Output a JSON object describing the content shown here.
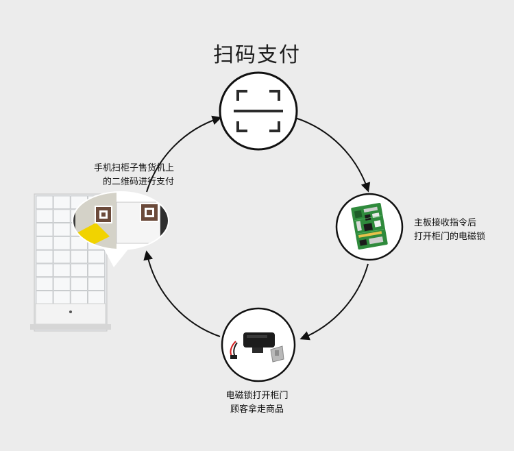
{
  "title": "扫码支付",
  "steps": {
    "scan": {
      "icon": "scan-icon"
    },
    "board": {
      "icon": "circuit-board-icon",
      "line1": "主板接收指令后",
      "line2": "打开柜门的电磁锁"
    },
    "lock": {
      "icon": "electromagnetic-lock-icon",
      "line1": "电磁锁打开柜门",
      "line2": "顾客拿走商品"
    },
    "cabinet": {
      "icon": "vending-cabinet-icon",
      "line1": "手机扫柜子售货机上",
      "line2": "的二维码进行支付"
    }
  },
  "colors": {
    "background": "#ececec",
    "ring": "#111111",
    "board": "#2f8a3c",
    "lock_body": "#1c1c1c",
    "wire_red": "#d21c1c"
  }
}
